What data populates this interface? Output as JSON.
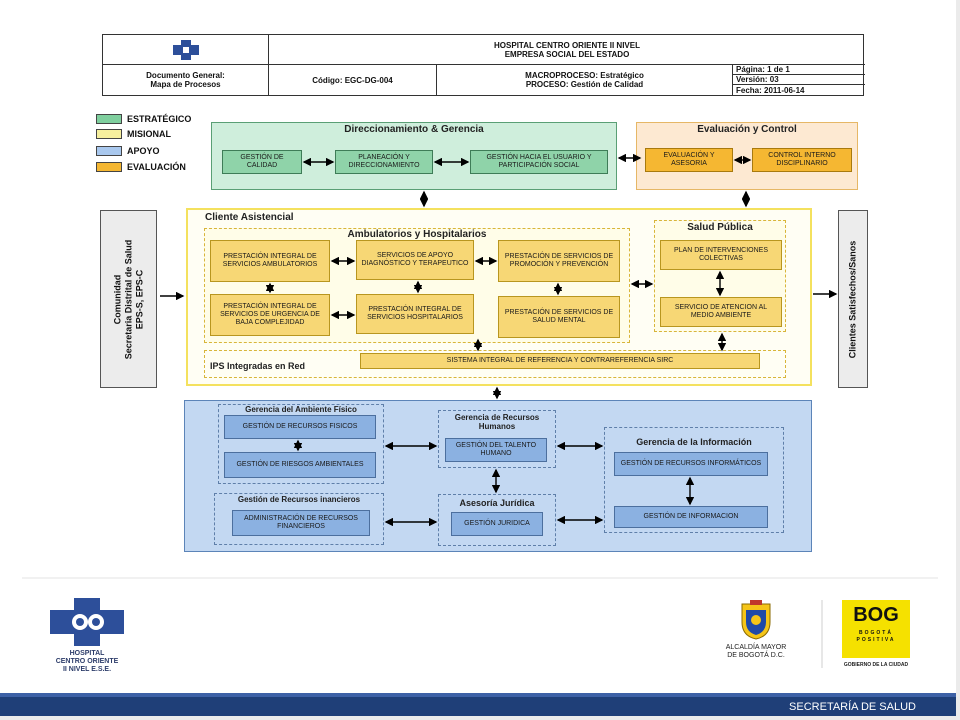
{
  "header": {
    "hospital_line1": "HOSPITAL CENTRO ORIENTE II NIVEL",
    "hospital_line2": "EMPRESA SOCIAL DEL ESTADO",
    "doc_line1": "Documento General:",
    "doc_line2": "Mapa de Procesos",
    "code": "Código: EGC-DG-004",
    "macro": "MACROPROCESO: Estratégico",
    "process": "PROCESO: Gestión de Calidad",
    "page": "Página: 1 de 1",
    "version": "Versión: 03",
    "date": "Fecha: 2011-06-14"
  },
  "legend": [
    {
      "label": "ESTRATÉGICO",
      "color": "#7fcf9e"
    },
    {
      "label": "MISIONAL",
      "color": "#f6ef9e"
    },
    {
      "label": "APOYO",
      "color": "#a9c8ee"
    },
    {
      "label": "EVALUACIÓN",
      "color": "#f5b732"
    }
  ],
  "left_input": {
    "line1": "Comunidad",
    "line2": "Secretaria Distrital de Salud",
    "line3": "EPS-S, EPS-C"
  },
  "right_output": "Clientes Satisfechos/Sanos",
  "strategic": {
    "title": "Direccionamiento & Gerencia",
    "b1": "GESTIÓN DE CALIDAD",
    "b2": "PLANEACIÓN Y DIRECCIONAMIENTO",
    "b3": "GESTIÓN HACIA EL USUARIO Y PARTICIPACIÓN SOCIAL"
  },
  "evaluation": {
    "title": "Evaluación y Control",
    "b1": "EVALUACIÓN Y ASESORIA",
    "b2": "CONTROL INTERNO DISCIPLINARIO"
  },
  "missional": {
    "client_title": "Cliente Asistencial",
    "amb_title": "Ambulatorios y Hospitalarios",
    "a1": "PRESTACIÓN INTEGRAL DE SERVICIOS AMBULATORIOS",
    "a2": "SERVICIOS DE APOYO DIAGNÓSTICO Y TERAPEUTICO",
    "a3": "PRESTACIÓN DE SERVICIOS DE PROMOCIÓN Y PREVENCIÓN",
    "a4": "PRESTACIÓN INTEGRAL DE SERVICIOS DE URGENCIA DE BAJA COMPLEJIDAD",
    "a5": "PRESTACIÓN INTEGRAL DE SERVICIOS HOSPITALARIOS",
    "a6": "PRESTACIÓN DE SERVICIOS DE SALUD MENTAL",
    "sp_title": "Salud Pública",
    "sp1": "PLAN DE INTERVENCIONES COLECTIVAS",
    "sp2": "SERVICIO DE ATENCION AL MEDIO AMBIENTE",
    "ips_title": "IPS Integradas en Red",
    "sirc": "SISTEMA INTEGRAL DE REFERENCIA Y CONTRAREFERENCIA SIRC"
  },
  "support": {
    "amb_title": "Gerencia del Ambiente Físico",
    "amb1": "GESTIÓN DE RECURSOS FISICOS",
    "amb2": "GESTIÓN DE RIESGOS AMBIENTALES",
    "hr_title": "Gerencia de Recursos Humanos",
    "hr1": "GESTIÓN DEL TALENTO HUMANO",
    "info_title": "Gerencia de la Información",
    "info1": "GESTIÓN DE RECURSOS INFORMÁTICOS",
    "info2": "GESTIÓN DE INFORMACION",
    "fin_title": "Gestión de Recursos inancieros",
    "fin1": "ADMINISTRACIÓN DE RECURSOS FINANCIEROS",
    "jur_title": "Asesoría Jurídica",
    "jur1": "GESTIÓN JURIDICA"
  },
  "footer": {
    "hco_line1": "HOSPITAL",
    "hco_line2": "CENTRO ORIENTE",
    "hco_line3": "II NIVEL E.S.E.",
    "alcaldia1": "ALCALDÍA MAYOR",
    "alcaldia2": "DE BOGOTÁ D.C.",
    "bog_logo": "BOG",
    "bog_sub1": "BOGOTÁ",
    "bog_sub2": "POSITIVA",
    "bog_sub3": "GOBIERNO DE LA CIUDAD",
    "secretaria": "SECRETARÍA DE SALUD"
  }
}
